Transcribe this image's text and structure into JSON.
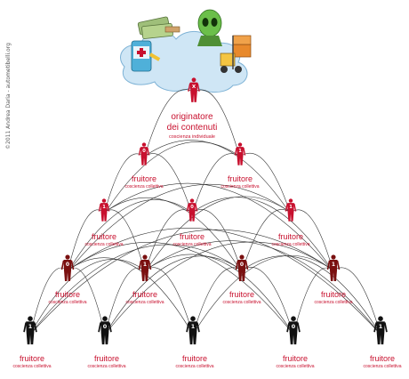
{
  "credit": "©2011 Andrea Daria - autometibelli.org",
  "originator": {
    "title_line1": "originatore",
    "title_line2": "dei contenuti",
    "subtitle": "coscienza individuale",
    "badge": "X"
  },
  "receiver_label": "fruitore",
  "receiver_sublabel": "coscienza collettiva",
  "colors": {
    "accent": "#c8102e",
    "dark_figure": "#111111",
    "mid_figure": "#7a1010",
    "line": "#333333"
  },
  "thought_bubble": {
    "icons": [
      "money-icon",
      "alien-icon",
      "medicine-icon",
      "forklift-icon"
    ]
  },
  "layers": [
    {
      "figure_tone": "red",
      "nodes": [
        {
          "badge": "X"
        }
      ]
    },
    {
      "figure_tone": "red",
      "nodes": [
        {
          "badge": "0"
        },
        {
          "badge": "1"
        }
      ]
    },
    {
      "figure_tone": "red",
      "nodes": [
        {
          "badge": "1"
        },
        {
          "badge": "0"
        },
        {
          "badge": "1"
        }
      ]
    },
    {
      "figure_tone": "mid",
      "nodes": [
        {
          "badge": "0"
        },
        {
          "badge": "1"
        },
        {
          "badge": "0"
        },
        {
          "badge": "1"
        }
      ]
    },
    {
      "figure_tone": "dark",
      "nodes": [
        {
          "badge": "1"
        },
        {
          "badge": "0"
        },
        {
          "badge": "1"
        },
        {
          "badge": "0"
        },
        {
          "badge": "1"
        }
      ]
    }
  ]
}
